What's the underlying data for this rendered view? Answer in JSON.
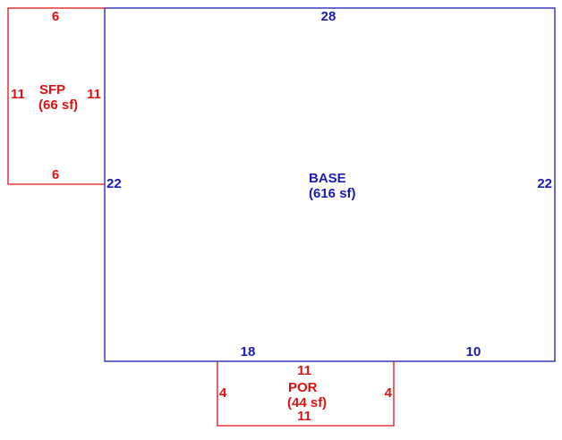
{
  "colors": {
    "base": "#1a1ab8",
    "addition": "#dd1111",
    "background": "#ffffff"
  },
  "base": {
    "name": "BASE",
    "area": "(616 sf)",
    "top": "28",
    "left": "22",
    "right": "22",
    "bottom_left": "18",
    "bottom_right": "10"
  },
  "sfp": {
    "name": "SFP",
    "area": "(66 sf)",
    "top": "6",
    "bottom": "6",
    "left": "11",
    "right": "11"
  },
  "por": {
    "name": "POR",
    "area": "(44 sf)",
    "top": "11",
    "bottom": "11",
    "left": "4",
    "right": "4"
  }
}
